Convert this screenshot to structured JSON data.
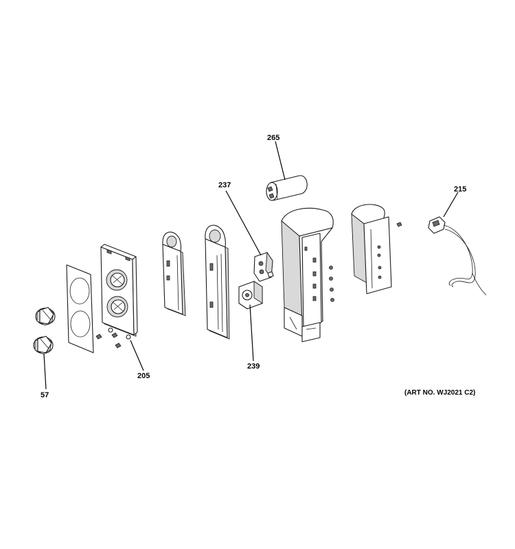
{
  "callouts": {
    "c265": "265",
    "c237": "237",
    "c215": "215",
    "c239": "239",
    "c205": "205",
    "c57": "57"
  },
  "art_number": "(ART NO. WJ2021 C2)"
}
